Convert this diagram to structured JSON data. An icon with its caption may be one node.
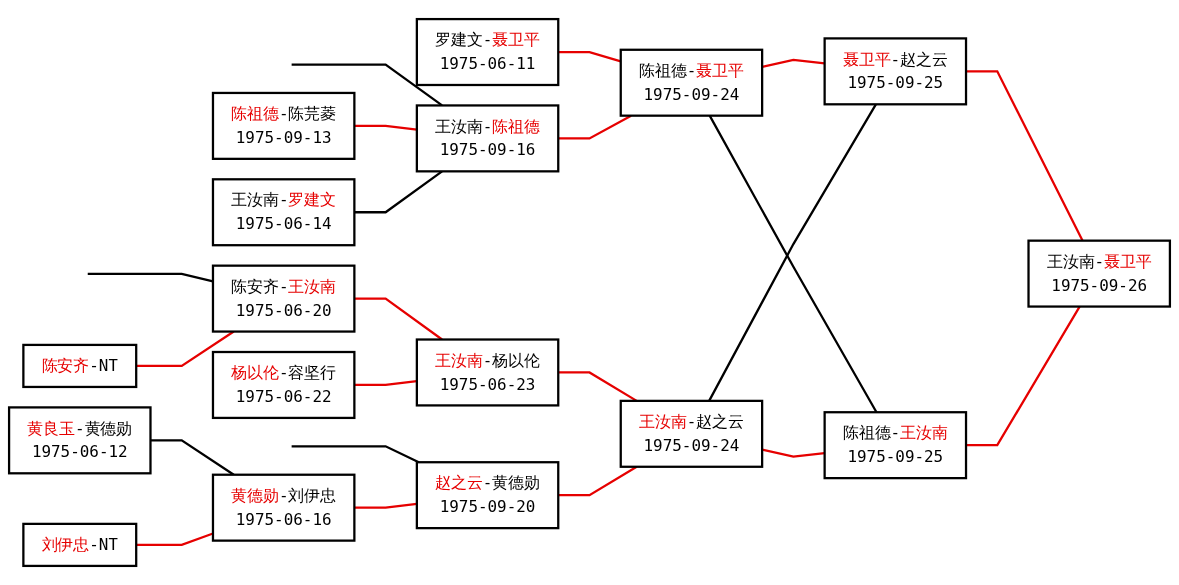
{
  "diagram": {
    "nodes": [
      {
        "text": [
          "陈祖德-陈芫菱",
          "1975-09-13"
        ]
      },
      {
        "text": [
          "王汝南-罗建文",
          "1975-06-14"
        ]
      },
      {
        "text": [
          "陈安齐-NT"
        ]
      },
      {
        "text": [
          "黄良玉-黄德勋",
          "1975-06-12"
        ]
      },
      {
        "text": [
          "刘伊忠-NT"
        ]
      },
      {
        "text": [
          "王汝南-陈祖德",
          "1975-09-16"
        ]
      },
      {
        "text": [
          "陈安齐-王汝南",
          "1975-06-20"
        ]
      },
      {
        "text": [
          "杨以伦-容坚行",
          "1975-06-22"
        ]
      },
      {
        "text": [
          "黄德勋-刘伊忠",
          "1975-06-16"
        ]
      },
      {
        "text": [
          "罗建文-聂卫平",
          "1975-06-11"
        ]
      },
      {
        "text": [
          "王汝南-杨以伦",
          "1975-06-23"
        ]
      },
      {
        "text": [
          "赵之云-黄德勋",
          "1975-09-20"
        ]
      },
      {
        "text": [
          "陈祖德-聂卫平",
          "1975-09-24"
        ]
      },
      {
        "text": [
          "王汝南-赵之云",
          "1975-09-24"
        ]
      },
      {
        "text": [
          "聂卫平-赵之云",
          "1975-09-25"
        ]
      },
      {
        "text": [
          "陈祖德-王汝南",
          "1975-09-25"
        ]
      },
      {
        "text": [
          "王汝南-聂卫平",
          "1975-09-26"
        ]
      }
    ],
    "edges": [
      {
        "from": null,
        "to": 5,
        "arrow": "none",
        "color": "#000000"
      },
      {
        "from": 0,
        "to": 5,
        "arrow": "none"
      },
      {
        "from": 1,
        "to": 5,
        "arrow": "none",
        "color": "#000000"
      },
      {
        "from": 9,
        "to": 12,
        "arrow": "none"
      },
      {
        "from": 5,
        "to": 12,
        "arrow": "none"
      },
      {
        "from": null,
        "to": 6,
        "arrow": "none",
        "color": "#000000"
      },
      {
        "from": 2,
        "to": 6,
        "arrow": "none"
      },
      {
        "from": 6,
        "to": 10,
        "arrow": "none"
      },
      {
        "from": 7,
        "to": 10,
        "arrow": "none"
      },
      {
        "from": null,
        "to": 11,
        "arrow": "none",
        "color": "#000000"
      },
      {
        "from": 3,
        "to": 8,
        "arrow": "none",
        "color": "#000000"
      },
      {
        "from": 4,
        "to": 8,
        "arrow": "none"
      },
      {
        "from": 8,
        "to": 11,
        "arrow": "none"
      },
      {
        "from": 10,
        "to": 13,
        "arrow": "none"
      },
      {
        "from": 11,
        "to": 13,
        "arrow": "none"
      },
      {
        "from": 12,
        "to": 14,
        "arrow": "none"
      },
      {
        "from": 12,
        "to": 15,
        "arrow": "none",
        "color": "#000000"
      },
      {
        "from": 13,
        "to": 14,
        "arrow": "none",
        "color": "#000000"
      },
      {
        "from": 13,
        "to": 15,
        "arrow": "none"
      },
      {
        "from": 14,
        "to": 16,
        "arrow": "none"
      },
      {
        "from": 15,
        "to": 16,
        "arrow": "none"
      }
    ]
  }
}
